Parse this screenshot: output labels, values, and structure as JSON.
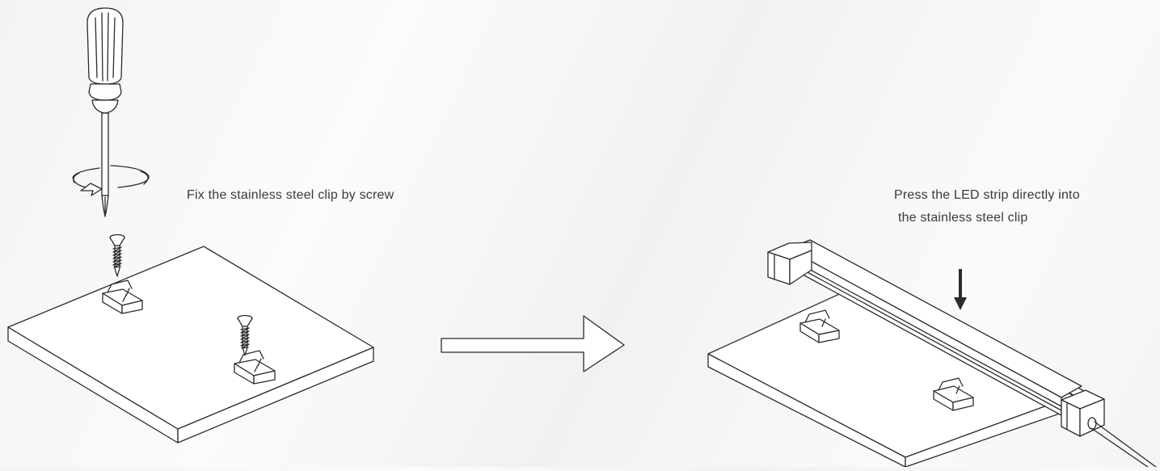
{
  "captions": {
    "step1": "Fix the stainless steel clip by screw",
    "step2_line1": "Press the LED strip directly into",
    "step2_line2": "the stainless steel clip"
  },
  "colors": {
    "line": "#2b2b2b",
    "text": "#3a3a3a",
    "fill": "#ffffff"
  },
  "icons": [
    "screwdriver-icon",
    "rotation-arrow-icon",
    "screw-icon",
    "clip-icon",
    "process-arrow-icon",
    "down-arrow-icon",
    "led-strip-icon"
  ]
}
